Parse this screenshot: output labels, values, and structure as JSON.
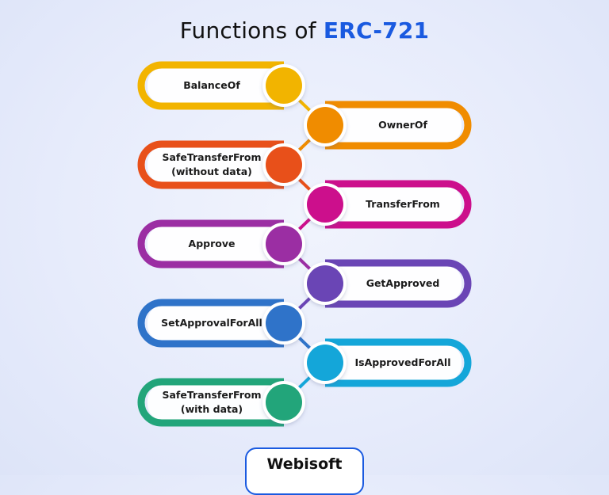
{
  "title": {
    "prefix": "Functions of",
    "accent": "ERC-721",
    "accent_color": "#1a5ae0"
  },
  "items": [
    {
      "lines": [
        "BalanceOf"
      ],
      "side": "left",
      "color": "#f2b400"
    },
    {
      "lines": [
        "OwnerOf"
      ],
      "side": "right",
      "color": "#f08c00"
    },
    {
      "lines": [
        "SafeTransferFrom",
        "(without data)"
      ],
      "side": "left",
      "color": "#e8501a"
    },
    {
      "lines": [
        "TransferFrom"
      ],
      "side": "right",
      "color": "#cc0f8c"
    },
    {
      "lines": [
        "Approve"
      ],
      "side": "left",
      "color": "#9b2ea3"
    },
    {
      "lines": [
        "GetApproved"
      ],
      "side": "right",
      "color": "#6a45b5"
    },
    {
      "lines": [
        "SetApprovalForAll"
      ],
      "side": "left",
      "color": "#2f73c9"
    },
    {
      "lines": [
        "IsApprovedForAll"
      ],
      "side": "right",
      "color": "#14a6d9"
    },
    {
      "lines": [
        "SafeTransferFrom",
        "(with data)"
      ],
      "side": "left",
      "color": "#22a57a"
    }
  ],
  "brand": {
    "name": "Webisoft",
    "border_color": "#1a5ae0"
  }
}
